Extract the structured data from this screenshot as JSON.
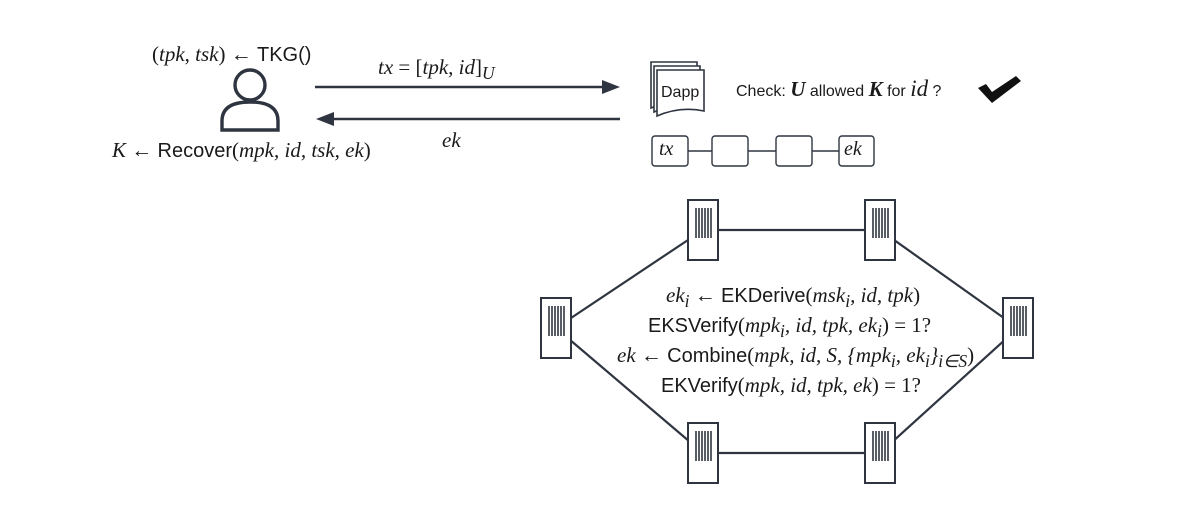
{
  "user": {
    "keygen": {
      "tpk": "tpk",
      "tsk": "tsk",
      "arrow": "←",
      "func": "TKG()"
    },
    "recover": {
      "K": "K",
      "arrow": "←",
      "func": "Recover",
      "args": "mpk, id, tsk, ek"
    }
  },
  "messages": {
    "tx": {
      "lhs": "tx",
      "eq": "=",
      "content": "tpk, id",
      "sub": "U"
    },
    "ek": "ek"
  },
  "dapp": {
    "label": "Dapp",
    "check": {
      "prefix": "Check:",
      "U": "U",
      "allowed": "allowed",
      "K": "K",
      "for": "for",
      "id": "id",
      "q": "?",
      "mark": "✔"
    }
  },
  "chain": {
    "first": "tx",
    "last": "ek"
  },
  "equations": {
    "derive": {
      "ek": "ek",
      "i": "i",
      "arrow": "←",
      "func": "EKDerive",
      "args": "msk<sub>i</sub>, id, tpk"
    },
    "sverify": {
      "func": "EKSVerify",
      "args": "mpk<sub>i</sub>, id, tpk, ek<sub>i</sub>",
      "rhs": "= 1?"
    },
    "combine": {
      "ek": "ek",
      "arrow": "←",
      "func": "Combine",
      "args": "mpk, id, S, {mpk<sub>i</sub>, ek<sub>i</sub>}<sub>i∈S</sub>"
    },
    "verify": {
      "func": "EKVerify",
      "args": "mpk, id, tpk, ek",
      "rhs": "= 1?"
    }
  },
  "colors": {
    "stroke": "#2f3540",
    "text": "#1a1a1a"
  },
  "icons": [
    "user-icon",
    "server-icon",
    "dapp-stack-icon",
    "checkmark-icon"
  ]
}
